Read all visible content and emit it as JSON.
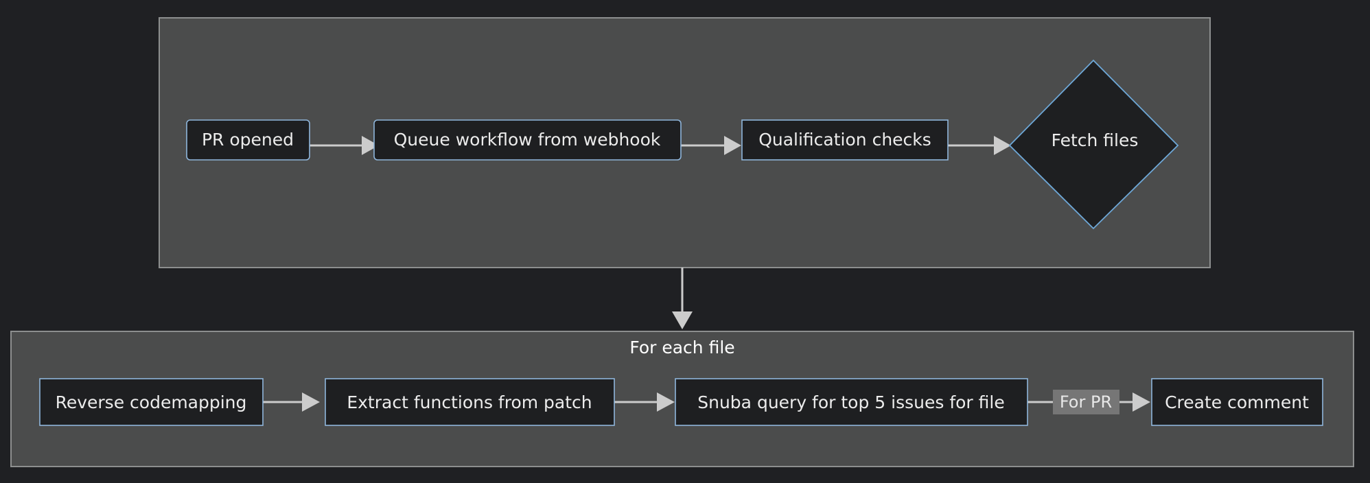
{
  "diagram": {
    "type": "flowchart",
    "direction": "left-to-right",
    "background_color": "#1f2023",
    "subgraphs": [
      {
        "id": "top",
        "title": "",
        "fill": "#4b4c4c",
        "border": "#8d8f8f"
      },
      {
        "id": "for-each-file",
        "title": "For each file",
        "fill": "#4b4c4c",
        "border": "#8d8f8f"
      }
    ],
    "nodes": [
      {
        "id": "pr-opened",
        "label": "PR opened",
        "shape": "rounded-rect"
      },
      {
        "id": "queue-workflow",
        "label": "Queue workflow from webhook",
        "shape": "rounded-rect"
      },
      {
        "id": "qualification",
        "label": "Qualification checks",
        "shape": "rect"
      },
      {
        "id": "fetch-files",
        "label": "Fetch files",
        "shape": "diamond"
      },
      {
        "id": "reverse-codemapping",
        "label": "Reverse codemapping",
        "shape": "rect"
      },
      {
        "id": "extract-functions",
        "label": "Extract functions from patch",
        "shape": "rect"
      },
      {
        "id": "snuba-query",
        "label": "Snuba query for top 5 issues for file",
        "shape": "rect"
      },
      {
        "id": "create-comment",
        "label": "Create comment",
        "shape": "rect"
      }
    ],
    "edges": [
      {
        "from": "pr-opened",
        "to": "queue-workflow",
        "label": ""
      },
      {
        "from": "queue-workflow",
        "to": "qualification",
        "label": ""
      },
      {
        "from": "qualification",
        "to": "fetch-files",
        "label": ""
      },
      {
        "from": "fetch-files",
        "to": "for-each-file",
        "label": ""
      },
      {
        "from": "reverse-codemapping",
        "to": "extract-functions",
        "label": ""
      },
      {
        "from": "extract-functions",
        "to": "snuba-query",
        "label": ""
      },
      {
        "from": "snuba-query",
        "to": "create-comment",
        "label": "For PR"
      }
    ],
    "colors": {
      "node_fill": "#1e1f21",
      "node_border": "#8fb6dc",
      "node_text": "#ececec",
      "edge_stroke": "#cccccc",
      "subgraph_fill": "#4b4c4c",
      "subgraph_border": "#8d8f8f",
      "edge_label_bg": "#767676",
      "canvas": "#1f2023"
    }
  }
}
